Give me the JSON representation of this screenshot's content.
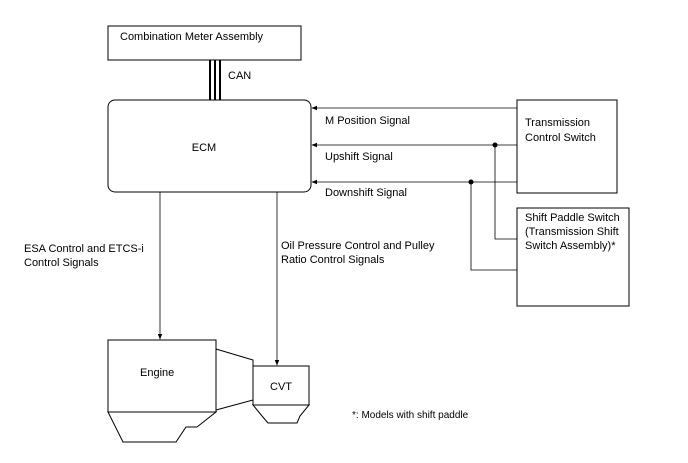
{
  "boxes": {
    "combination_meter": "Combination Meter Assembly",
    "ecm": "ECM",
    "transmission_switch_line1": "Transmission",
    "transmission_switch_line2": "Control Switch",
    "paddle_switch_line1": "Shift Paddle Switch",
    "paddle_switch_line2": "(Transmission Shift",
    "paddle_switch_line3": "Switch Assembly)*",
    "engine": "Engine",
    "cvt": "CVT"
  },
  "bus": {
    "can": "CAN"
  },
  "signals": {
    "m_position": "M Position Signal",
    "upshift": "Upshift Signal",
    "downshift": "Downshift Signal",
    "esa_line1": "ESA Control and ETCS-i",
    "esa_line2": "Control Signals",
    "oil_line1": "Oil Pressure Control and Pulley",
    "oil_line2": "Ratio Control Signals"
  },
  "footnote": "*: Models with shift paddle"
}
